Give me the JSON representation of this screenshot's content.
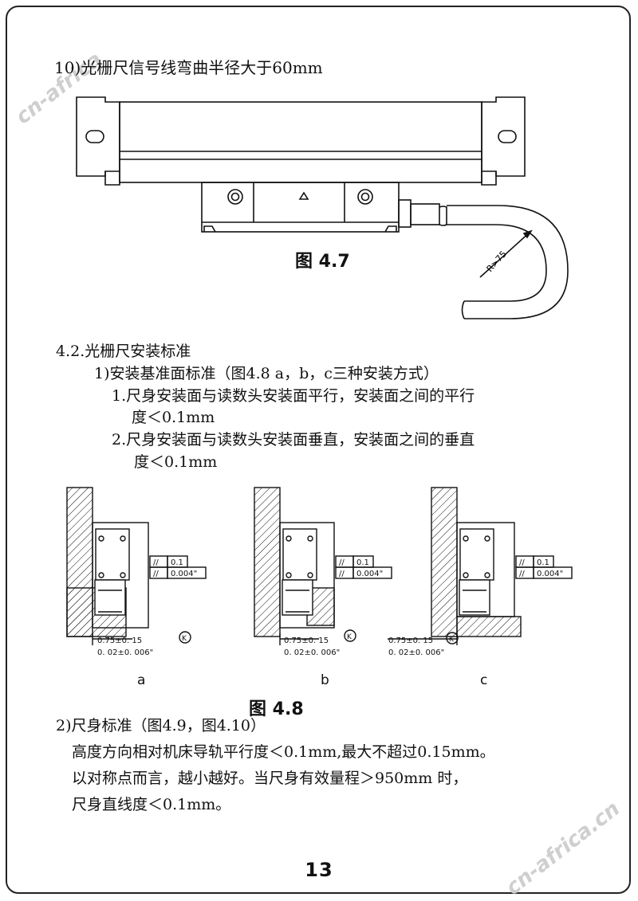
{
  "watermark_left": "cn-africa",
  "watermark_right": "cn-africa.cn",
  "item_10": "10)光栅尺信号线弯曲半径大于60mm",
  "fig47": {
    "caption": "图 4.7",
    "radius_label": "R>75"
  },
  "section_42": {
    "title": "4.2.光栅尺安装标准",
    "sub1": "1)安装基准面标准（图4.8 a，b，c三种安装方式）",
    "p1_line1": "1.尺身安装面与读数头安装面平行，安装面之间的平行",
    "p1_line2": "度＜0.1mm",
    "p2_line1": "2.尺身安装面与读数头安装面垂直，安装面之间的垂直",
    "p2_line2": "度＜0.1mm"
  },
  "fig48": {
    "caption": "图 4.8",
    "tol_mm": "0.1",
    "tol_in": "0.004\"",
    "parallel_symbol": "//",
    "dim_mm": "0.75±0. 15",
    "dim_in": "0. 02±0. 006\"",
    "k_symbol": "K",
    "labels": [
      "a",
      "b",
      "c"
    ]
  },
  "section_2": {
    "title": "2)尺身标准（图4.9，图4.10）",
    "line1": "高度方向相对机床导轨平行度＜0.1mm,最大不超过0.15mm。",
    "line2": "以对称点而言，越小越好。当尺身有效量程＞950mm 时，",
    "line3": "尺身直线度＜0.1mm。"
  },
  "page_number": "13"
}
